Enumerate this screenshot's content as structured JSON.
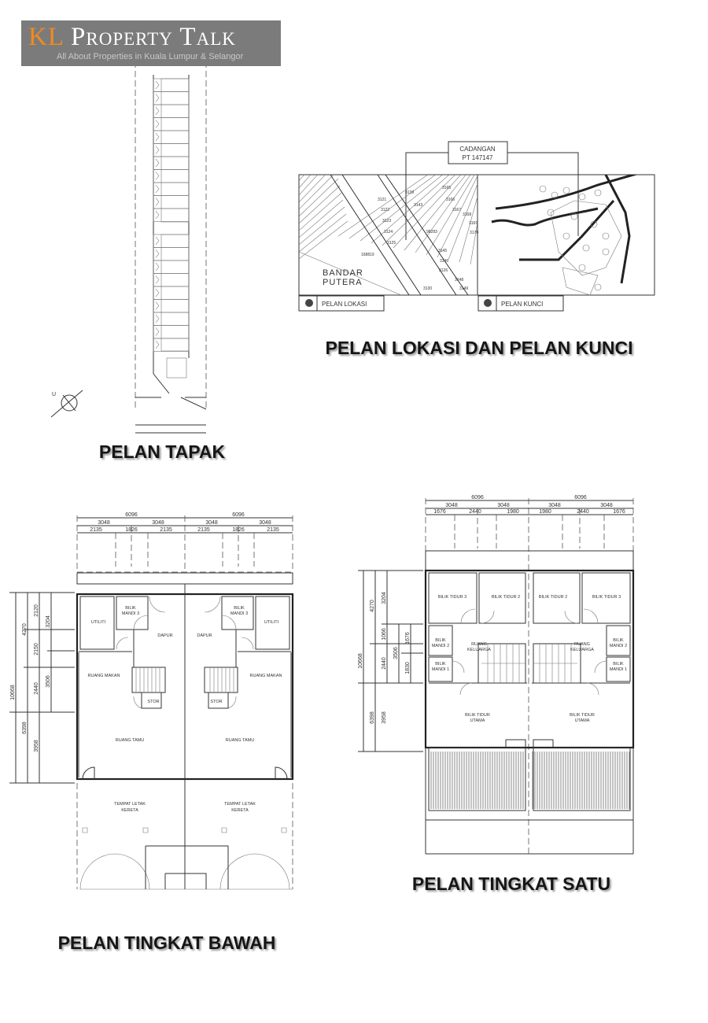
{
  "logo": {
    "kl": "KL",
    "name": "Property Talk",
    "tagline": "All About Properties in Kuala Lumpur & Selangor",
    "accent": "#f28a1e",
    "background": "#7b7b7b"
  },
  "captions": {
    "site_plan": "PELAN TAPAK",
    "location_plan": "PELAN LOKASI DAN PELAN KUNCI",
    "ground_floor": "PELAN TINGKAT BAWAH",
    "first_floor": "PELAN TINGKAT SATU"
  },
  "site_plan": {
    "north_label": "U"
  },
  "location_plan": {
    "proposal_line1": "CADANGAN",
    "proposal_line2": "PT 147147",
    "area_line1": "BANDAR",
    "area_line2": "PUTERA",
    "location_label": "PELAN LOKASI",
    "key_label": "PELAN KUNCI",
    "lot_numbers": [
      "3121",
      "3122",
      "3123",
      "3124",
      "3125",
      "3139",
      "3143",
      "3165",
      "3166",
      "3167",
      "3168",
      "3169",
      "3170",
      "3145",
      "3146",
      "3126",
      "3148",
      "3149",
      "3130",
      "168819",
      "98283"
    ]
  },
  "ground_floor": {
    "top_dims": {
      "total": "6096",
      "half": "3048",
      "parts": [
        "2135",
        "1826",
        "2135"
      ]
    },
    "side_dims": [
      "10668",
      "4270",
      "6398",
      "2120",
      "2150",
      "3204",
      "3506",
      "2440",
      "3958"
    ],
    "rooms": {
      "utility": "UTILITI",
      "bath3_line1": "BILIK",
      "bath3_line2": "MANDI 3",
      "kitchen": "DAPUR",
      "dining": "RUANG MAKAN",
      "store": "STOR",
      "living": "RUANG TAMU",
      "carpark_line1": "TEMPAT LETAK",
      "carpark_line2": "KERETA"
    }
  },
  "first_floor": {
    "top_dims": {
      "total": "6096",
      "half": "3048",
      "parts": [
        "1676",
        "2440",
        "1980"
      ]
    },
    "side_dims": [
      "10668",
      "4270",
      "6398",
      "3204",
      "1066",
      "2440",
      "3506",
      "1676",
      "1830",
      "3958"
    ],
    "rooms": {
      "bed3": "BILIK TIDUR 3",
      "bed2": "BILIK TIDUR 2",
      "bath2_line1": "BILIK",
      "bath2_line2": "MANDI 2",
      "bath1_line1": "BILIK",
      "bath1_line2": "MANDI 1",
      "family_line1": "RUANG",
      "family_line2": "KELUARGA",
      "master_line1": "BILIK TIDUR",
      "master_line2": "UTAMA"
    }
  }
}
